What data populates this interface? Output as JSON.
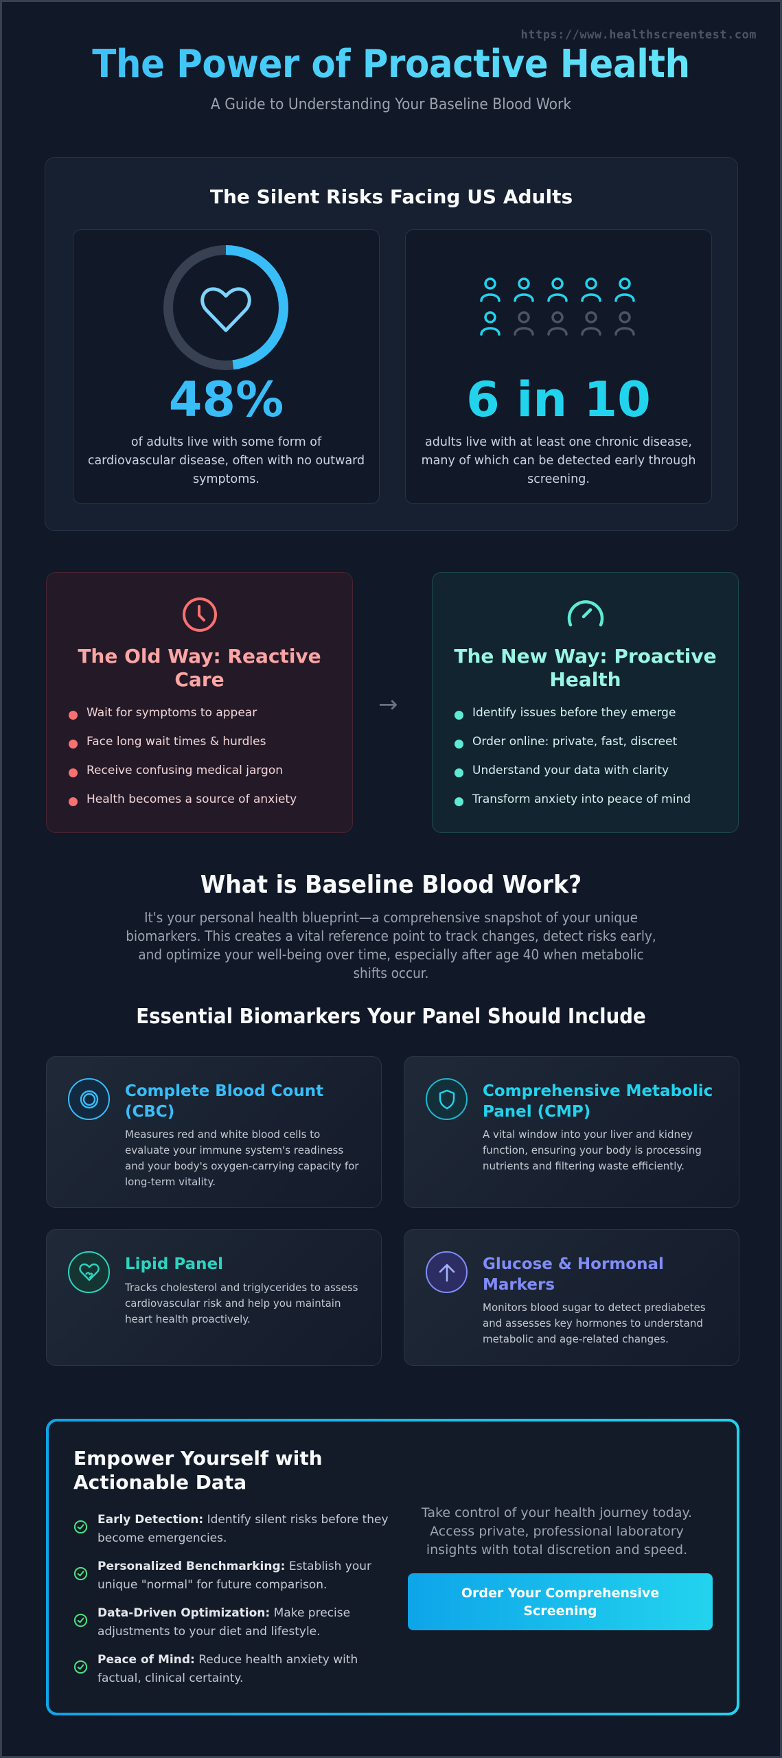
{
  "header": {
    "url": "https://www.healthscreentest.com",
    "title": "The Power of Proactive Health",
    "subtitle": "A Guide to Understanding Your Baseline Blood Work"
  },
  "colors": {
    "background": "#111827",
    "accent_blue": "#38bdf8",
    "accent_cyan": "#22d3ee",
    "old_red": "#f87171",
    "new_teal": "#5eead4",
    "glucose_indigo": "#818cf8",
    "check_green": "#4ade80"
  },
  "risks": {
    "title": "The Silent Risks Facing US Adults",
    "stats": [
      {
        "icon": "heart-icon",
        "value": "48%",
        "percent": 48,
        "description": "of adults live with some form of cardiovascular disease, often with no outward symptoms."
      },
      {
        "icon": "people-icon",
        "value": "6 in 10",
        "highlighted": 6,
        "total": 10,
        "description": "adults live with at least one chronic disease, many of which can be detected early through screening."
      }
    ]
  },
  "comparison": {
    "arrow": "→",
    "old": {
      "icon": "clock-icon",
      "title": "The Old Way: Reactive Care",
      "items": [
        "Wait for symptoms to appear",
        "Face long wait times & hurdles",
        "Receive confusing medical jargon",
        "Health becomes a source of anxiety"
      ]
    },
    "new": {
      "icon": "gauge-icon",
      "title": "The New Way: Proactive Health",
      "items": [
        "Identify issues before they emerge",
        "Order online: private, fast, discreet",
        "Understand your data with clarity",
        "Transform anxiety into peace of mind"
      ]
    }
  },
  "baseline": {
    "title": "What is Baseline Blood Work?",
    "text": "It's your personal health blueprint—a comprehensive snapshot of your unique biomarkers. This creates a vital reference point to track changes, detect risks early, and optimize your well-being over time, especially after age 40 when metabolic shifts occur."
  },
  "biomarkers": {
    "title": "Essential Biomarkers Your Panel Should Include",
    "cards": [
      {
        "icon": "blood-cell-icon",
        "title": "Complete Blood Count (CBC)",
        "description": "Measures red and white blood cells to evaluate your immune system's readiness and your body's oxygen-carrying capacity for long-term vitality.",
        "color": "#38bdf8"
      },
      {
        "icon": "shield-icon",
        "title": "Comprehensive Metabolic Panel (CMP)",
        "description": "A vital window into your liver and kidney function, ensuring your body is processing nutrients and filtering waste efficiently.",
        "color": "#22d3ee"
      },
      {
        "icon": "heart-pulse-icon",
        "title": "Lipid Panel",
        "description": "Tracks cholesterol and triglycerides to assess cardiovascular risk and help you maintain heart health proactively.",
        "color": "#2dd4bf"
      },
      {
        "icon": "arrow-up-icon",
        "title": "Glucose & Hormonal Markers",
        "description": "Monitors blood sugar to detect prediabetes and assesses key hormones to understand metabolic and age-related changes.",
        "color": "#818cf8"
      }
    ]
  },
  "cta": {
    "title": "Empower Yourself with Actionable Data",
    "benefits": [
      {
        "label": "Early Detection:",
        "text": " Identify silent risks before they become emergencies."
      },
      {
        "label": "Personalized Benchmarking:",
        "text": " Establish your unique \"normal\" for future comparison."
      },
      {
        "label": "Data-Driven Optimization:",
        "text": " Make precise adjustments to your diet and lifestyle."
      },
      {
        "label": "Peace of Mind:",
        "text": " Reduce health anxiety with factual, clinical certainty."
      }
    ],
    "message": "Take control of your health journey today. Access private, professional laboratory insights with total discretion and speed.",
    "button_label": "Order Your Comprehensive Screening"
  }
}
